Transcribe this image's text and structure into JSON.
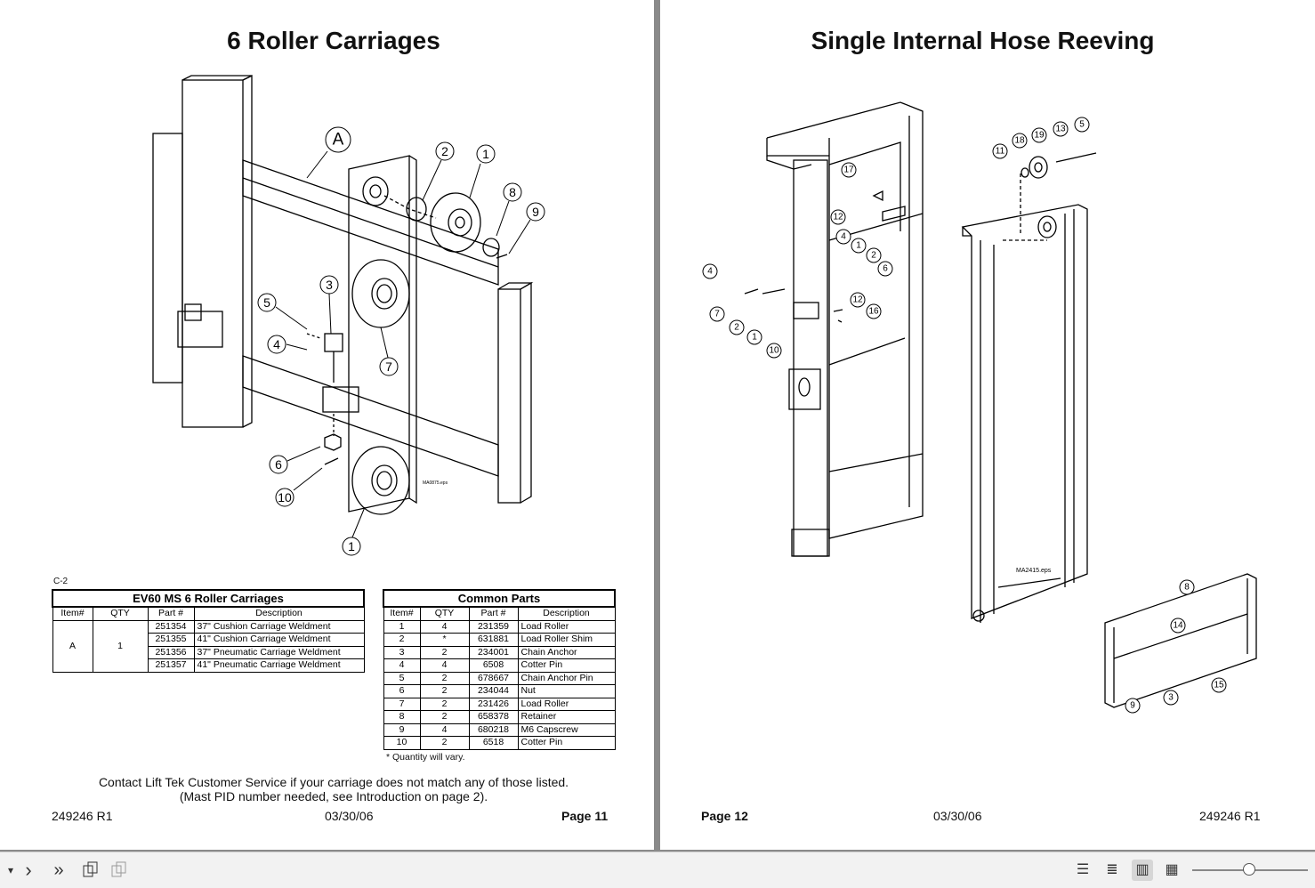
{
  "left_page": {
    "title": "6 Roller Carriages",
    "section_label": "C-2",
    "diagram_file": "MA0875.eps",
    "callouts": [
      "A",
      "1",
      "2",
      "8",
      "9",
      "3",
      "5",
      "4",
      "7",
      "6",
      "10",
      "1"
    ],
    "table1": {
      "caption": "EV60 MS 6 Roller Carriages",
      "headers": [
        "Item#",
        "QTY",
        "Part #",
        "Description"
      ],
      "item": "A",
      "qty": "1",
      "rows": [
        [
          "251354",
          "37\" Cushion Carriage Weldment"
        ],
        [
          "251355",
          "41\" Cushion Carriage Weldment"
        ],
        [
          "251356",
          "37\" Pneumatic Carriage Weldment"
        ],
        [
          "251357",
          "41\" Pneumatic Carriage Weldment"
        ]
      ]
    },
    "table2": {
      "caption": "Common Parts",
      "headers": [
        "Item#",
        "QTY",
        "Part #",
        "Description"
      ],
      "rows": [
        [
          "1",
          "4",
          "231359",
          "Load Roller"
        ],
        [
          "2",
          "*",
          "631881",
          "Load Roller Shim"
        ],
        [
          "3",
          "2",
          "234001",
          "Chain Anchor"
        ],
        [
          "4",
          "4",
          "6508",
          "Cotter Pin"
        ],
        [
          "5",
          "2",
          "678667",
          "Chain Anchor Pin"
        ],
        [
          "6",
          "2",
          "234044",
          "Nut"
        ],
        [
          "7",
          "2",
          "231426",
          "Load Roller"
        ],
        [
          "8",
          "2",
          "658378",
          "Retainer"
        ],
        [
          "9",
          "4",
          "680218",
          "M6 Capscrew"
        ],
        [
          "10",
          "2",
          "6518",
          "Cotter Pin"
        ]
      ],
      "note": "* Quantity will vary."
    },
    "contact_line1": "Contact Lift Tek Customer Service if your  carriage does not match any of those listed.",
    "contact_line2": "(Mast PID number needed, see Introduction on page 2).",
    "doc_number": "249246 R1",
    "date": "03/30/06",
    "page_label": "Page 11"
  },
  "right_page": {
    "title": "Single Internal Hose Reeving",
    "diagram_file": "MA2415.eps",
    "callouts": [
      "11",
      "18",
      "19",
      "13",
      "5",
      "17",
      "12",
      "4",
      "1",
      "2",
      "6",
      "12",
      "16",
      "4",
      "7",
      "2",
      "1",
      "10",
      "8",
      "14",
      "15",
      "3",
      "9"
    ],
    "page_label": "Page 12",
    "date": "03/30/06",
    "doc_number": "249246 R1"
  },
  "toolbar": {
    "prev_icon": "▾",
    "next_icon": "›",
    "last_icon": "»",
    "view_single": "☰",
    "view_continuous": "≣",
    "view_facing": "▥",
    "view_grid": "▦"
  }
}
